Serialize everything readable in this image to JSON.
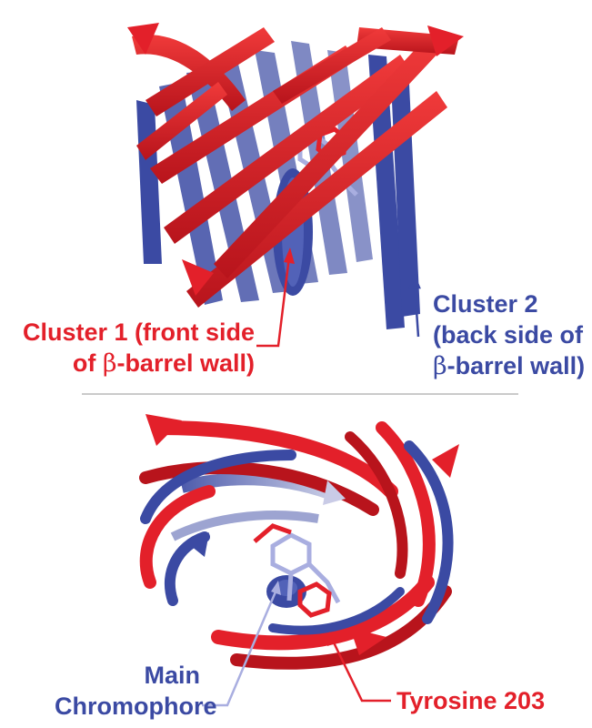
{
  "colors": {
    "cluster1": "#e3202a",
    "cluster2": "#3b4aa3",
    "chromophore": "#a9aee0",
    "separator": "#b9b9b9"
  },
  "top_panel": {
    "cluster1_label": {
      "line1": "Cluster 1 (front side",
      "line2_prefix": "of ",
      "line2_greek": "β",
      "line2_suffix": "-barrel wall)"
    },
    "cluster2_label": {
      "line1": "Cluster 2",
      "line2": "(back side of",
      "line3_greek": "β",
      "line3_suffix": "-barrel wall)"
    }
  },
  "bottom_panel": {
    "chromophore_label": {
      "line1": "Main",
      "line2": "Chromophore"
    },
    "tyrosine_label": "Tyrosine 203"
  }
}
